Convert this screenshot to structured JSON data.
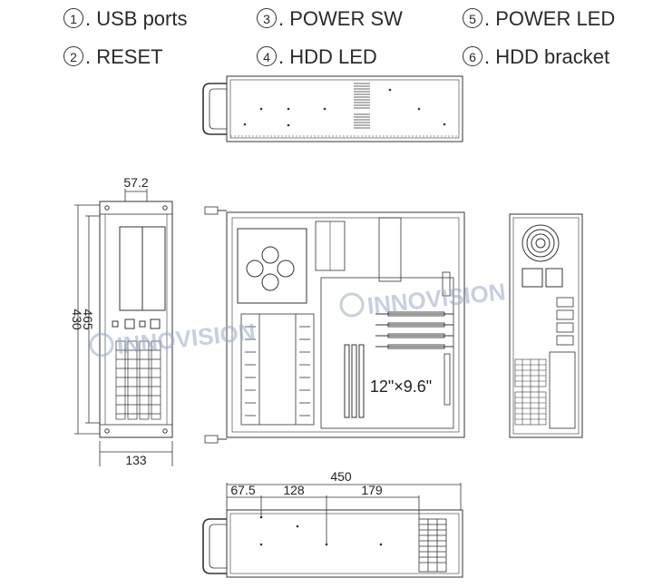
{
  "legend": [
    {
      "num": "1",
      "label": ". USB ports"
    },
    {
      "num": "3",
      "label": ". POWER SW"
    },
    {
      "num": "5",
      "label": ". POWER LED"
    },
    {
      "num": "2",
      "label": ". RESET"
    },
    {
      "num": "4",
      "label": ". HDD LED"
    },
    {
      "num": "6",
      "label": ". HDD bracket"
    }
  ],
  "dimensions": {
    "front_width_top": "57.2",
    "height_inner": "430",
    "height_outer": "465",
    "front_width_bottom": "133",
    "depth_total": "450",
    "offset_1": "67.5",
    "offset_2": "128",
    "offset_3": "179"
  },
  "board_size": "12\"×9.6\"",
  "watermark": "INNOVISION",
  "colors": {
    "line": "#333333",
    "watermark": "#9aa9c8"
  }
}
